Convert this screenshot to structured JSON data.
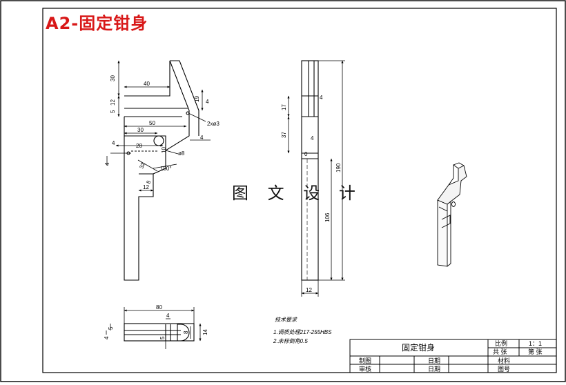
{
  "header": {
    "title": "A2-固定钳身"
  },
  "watermark": "图 文 设 计",
  "front_view": {
    "dims": {
      "d30_top": "30",
      "d40": "40",
      "d12": "12",
      "d5": "5",
      "d19": "19",
      "d4_r1": "4",
      "d50": "50",
      "d2x3": "2xø3",
      "d30": "30",
      "d4_r2": "4",
      "d4_l": "4",
      "d28": "28",
      "d10": "10",
      "d8": "ø8",
      "d4_l2": "4",
      "d32": "32",
      "d100": "100°",
      "d8b": "8",
      "d12b": "12"
    }
  },
  "side_view": {
    "dims": {
      "d17": "17",
      "d4a": "4",
      "d37": "37",
      "d4b": "4",
      "d190": "190",
      "d106": "106",
      "d12": "12",
      "d0": "0"
    }
  },
  "bottom_view": {
    "dims": {
      "d80": "80",
      "d4": "4",
      "d5a": "5",
      "d4b": "4",
      "d8": "8",
      "d14": "14",
      "d5b": "5"
    }
  },
  "notes": {
    "heading": "技术要求",
    "line1": "1.调质处理217-255HBS",
    "line2": "2.未标倒角0.5"
  },
  "title_block": {
    "part_name": "固定钳身",
    "scale_label": "比例",
    "scale_value": "1：1",
    "total_label": "共  张",
    "sheet_label": "第  张",
    "drawn_label": "制图",
    "date_label1": "日期",
    "material_label": "材料",
    "checked_label": "审核",
    "date_label2": "日期",
    "drawing_no_label": "图号"
  }
}
